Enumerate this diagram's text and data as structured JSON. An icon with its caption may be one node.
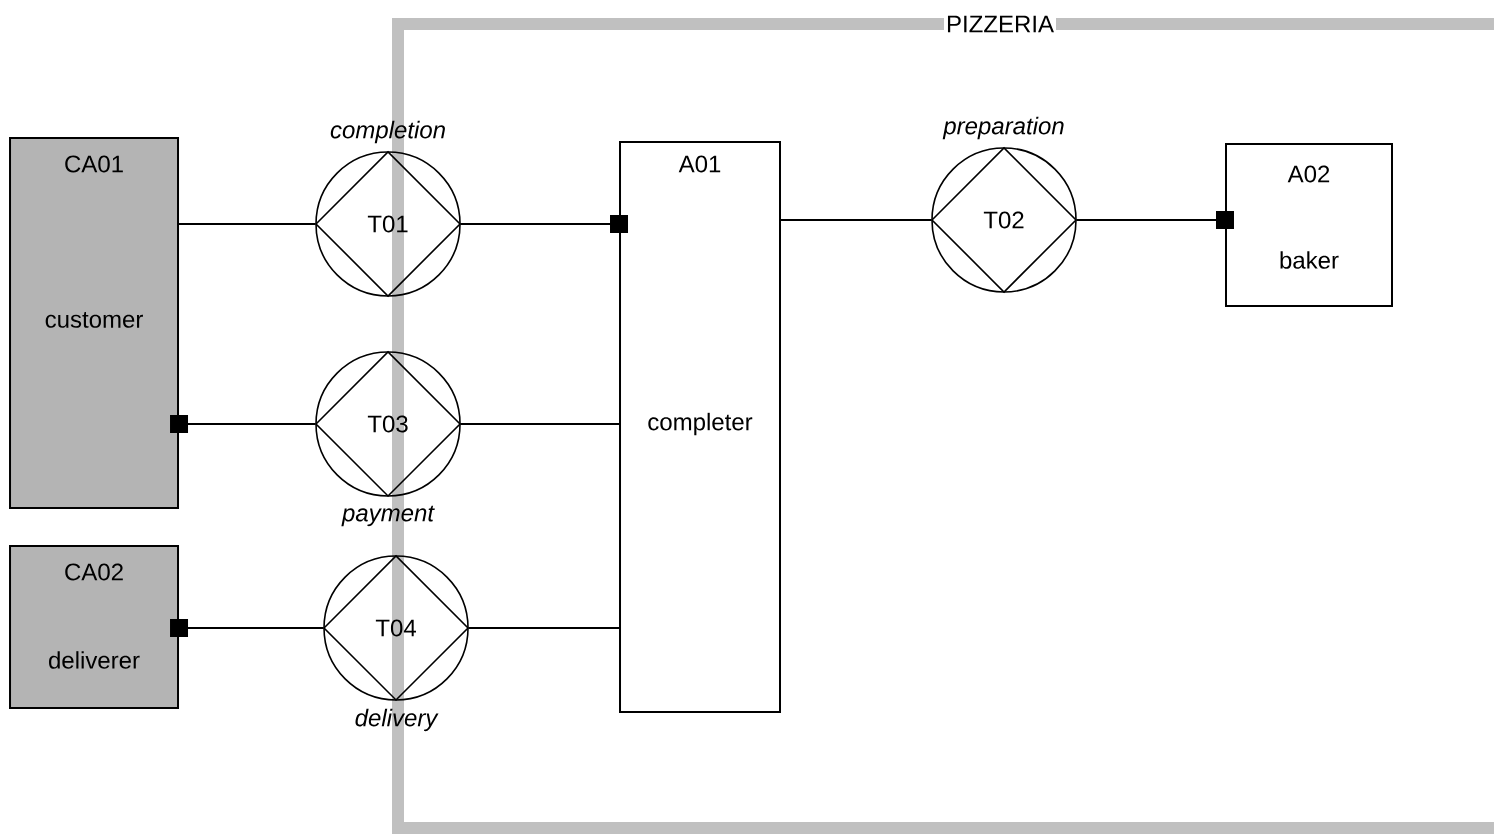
{
  "diagram": {
    "nodes": [
      {
        "text": [
          "PIZZERIA"
        ]
      },
      {
        "text": [
          "CA01",
          "customer"
        ]
      },
      {
        "text": [
          "CA02",
          "deliverer"
        ]
      },
      {
        "text": [
          "T01"
        ],
        "beside": [
          "completion"
        ]
      },
      {
        "text": [
          "T03"
        ],
        "beside": [
          "payment"
        ]
      },
      {
        "text": [
          "T04"
        ],
        "beside": [
          "delivery"
        ]
      },
      {
        "text": [
          "A01",
          "completer"
        ],
        "in": 0
      },
      {
        "text": [
          "T02"
        ],
        "beside": [
          "preparation"
        ],
        "in": 0
      },
      {
        "text": [
          "A02",
          "baker"
        ],
        "in": 0
      }
    ],
    "edges": [
      {
        "from": 1,
        "to": 3,
        "arrow": "none"
      },
      {
        "from": 3,
        "to": 6,
        "arrow": "other"
      },
      {
        "from": 6,
        "to": 7,
        "arrow": "none"
      },
      {
        "from": 7,
        "to": 8,
        "arrow": "other"
      },
      {
        "from": 4,
        "to": 1,
        "arrow": "other"
      },
      {
        "from": 6,
        "to": 4,
        "arrow": "none"
      },
      {
        "from": 5,
        "to": 2,
        "arrow": "other"
      },
      {
        "from": 6,
        "to": 5,
        "arrow": "none"
      }
    ]
  }
}
